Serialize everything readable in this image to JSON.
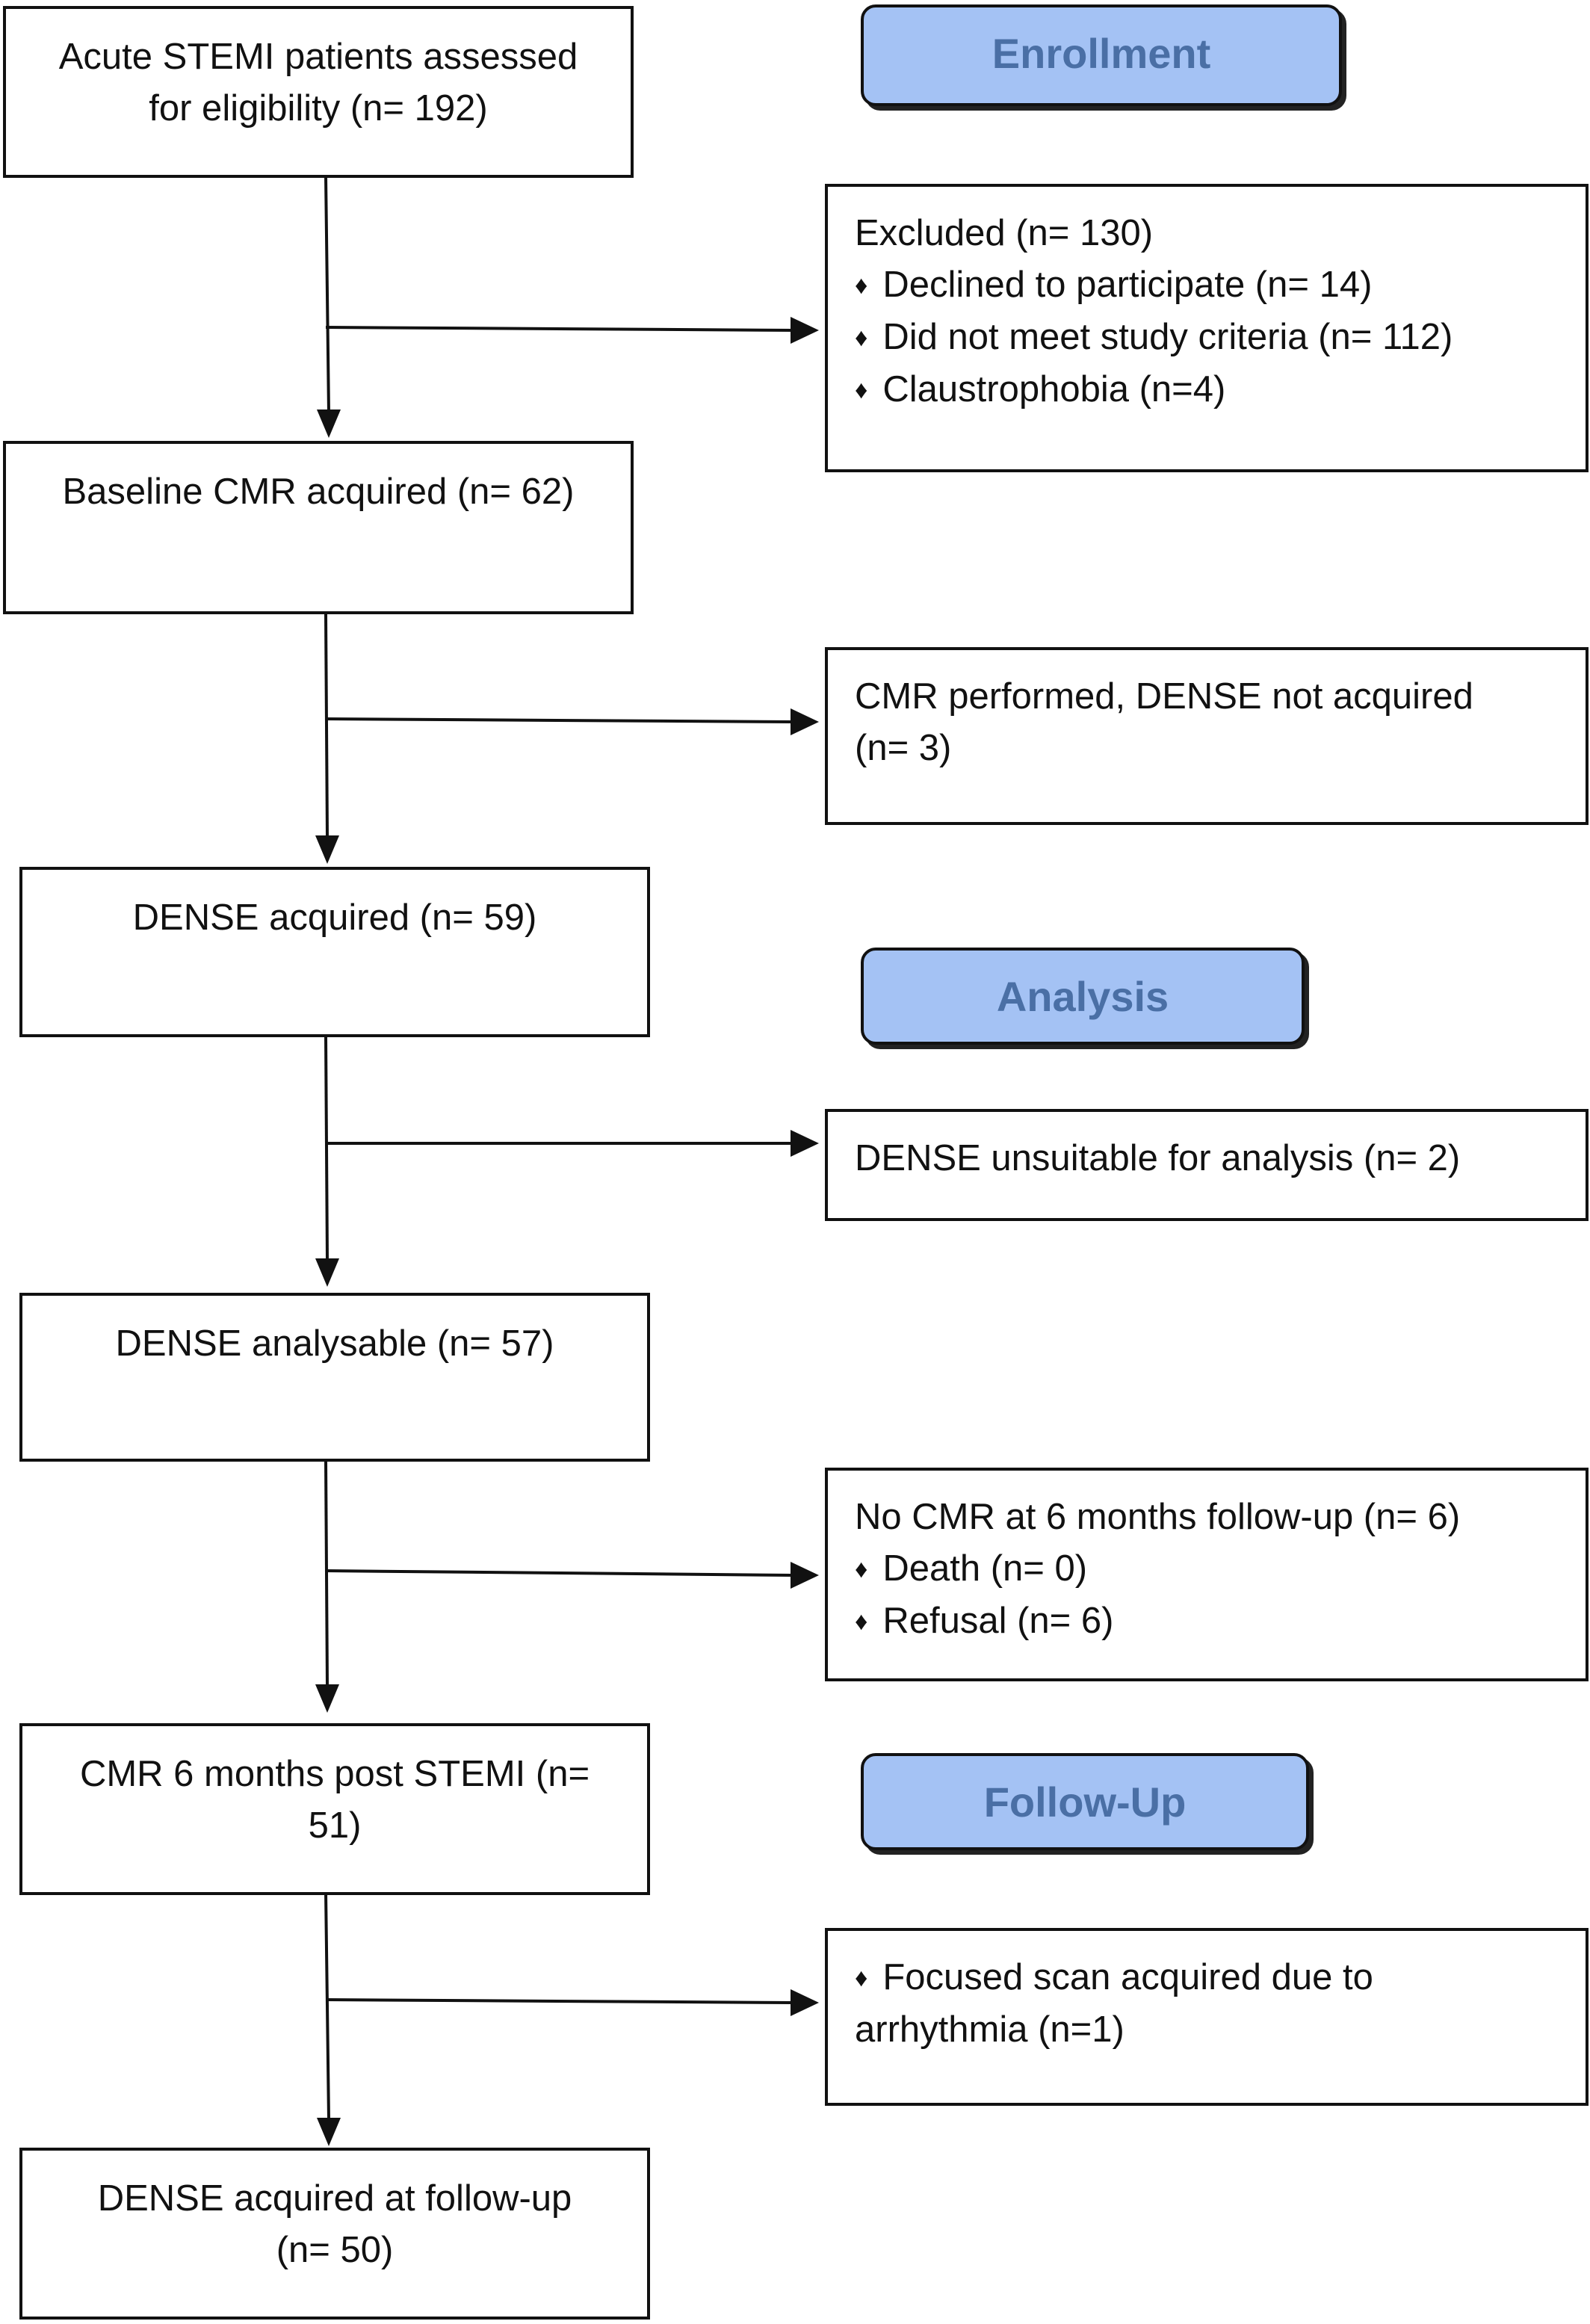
{
  "stages": {
    "enrollment": "Enrollment",
    "analysis": "Analysis",
    "followup": "Follow-Up"
  },
  "main": {
    "assessed": "Acute STEMI patients assessed\nfor eligibility (n= 192)",
    "baseline": "Baseline CMR acquired (n= 62)",
    "dense_acquired": "DENSE acquired (n= 59)",
    "dense_analysable": "DENSE analysable (n= 57)",
    "cmr_6m": "CMR 6 months post STEMI (n=\n51)",
    "dense_followup": "DENSE acquired at follow-up\n(n= 50)"
  },
  "side": {
    "excluded": {
      "title": "Excluded  (n= 130)",
      "bullets": [
        "Declined to participate (n= 14)",
        "Did not meet study criteria (n= 112)",
        "Claustrophobia (n=4)"
      ]
    },
    "no_dense": "CMR performed, DENSE not acquired\n(n= 3)",
    "unsuitable": "DENSE unsuitable for analysis  (n= 2)",
    "no_cmr_6m": {
      "title": "No CMR at 6 months follow-up (n= 6)",
      "bullets": [
        "Death (n= 0)",
        "Refusal (n= 6)"
      ]
    },
    "focused": {
      "bullets": [
        "Focused scan acquired due to arrhythmia (n=1)"
      ]
    }
  },
  "bullet_glyph": "♦"
}
